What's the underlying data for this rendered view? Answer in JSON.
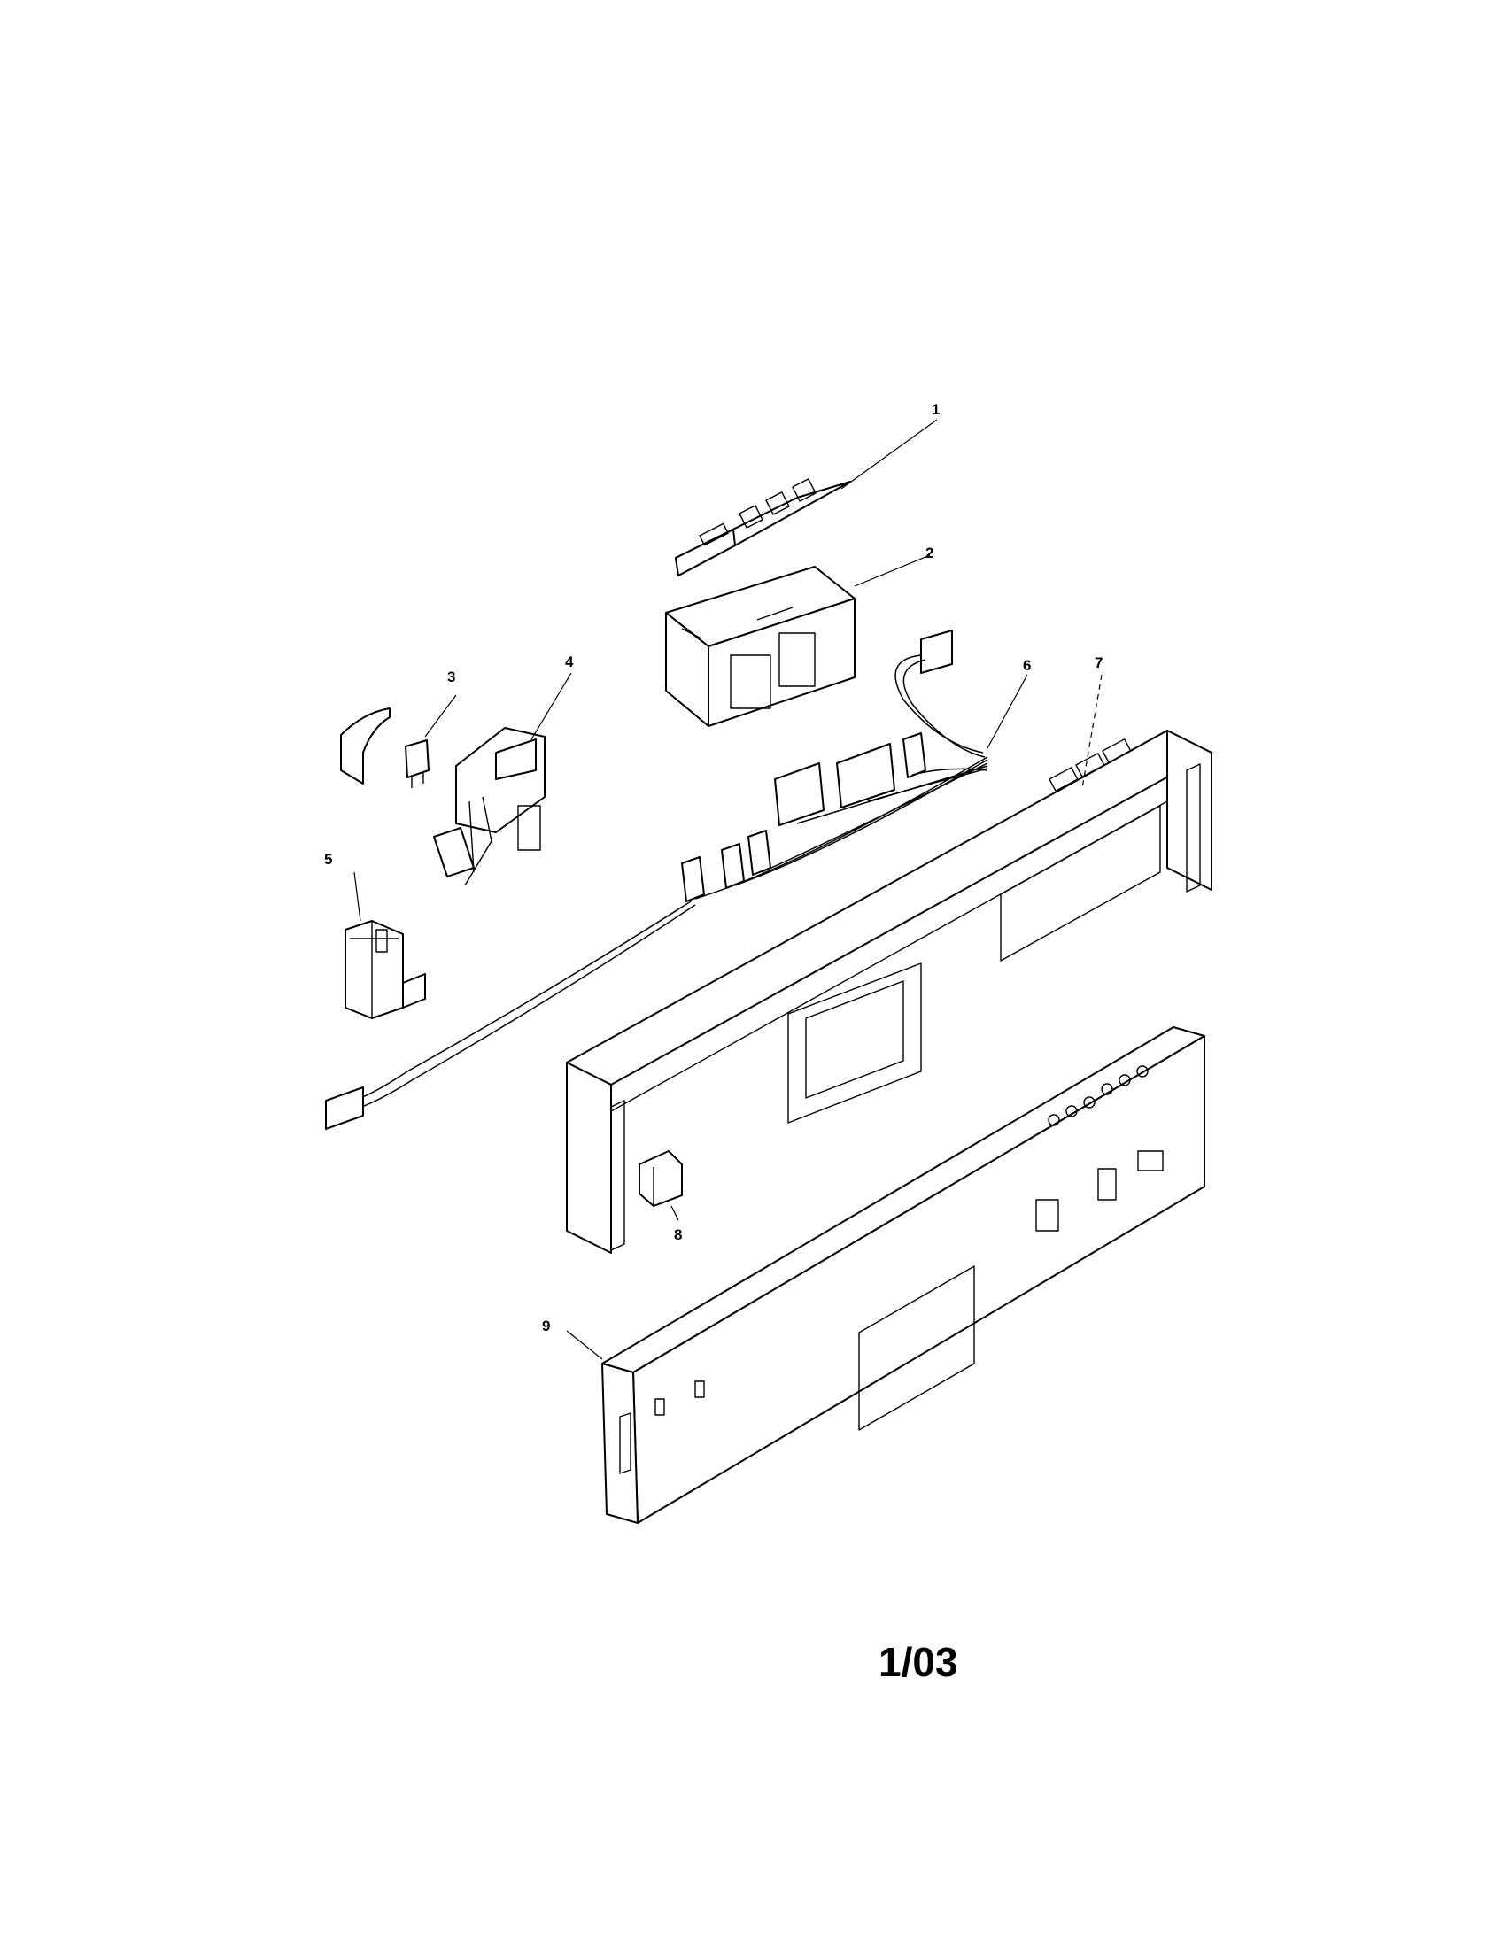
{
  "callouts": [
    {
      "id": "1",
      "label": "1"
    },
    {
      "id": "2",
      "label": "2"
    },
    {
      "id": "3",
      "label": "3"
    },
    {
      "id": "4",
      "label": "4"
    },
    {
      "id": "5",
      "label": "5"
    },
    {
      "id": "6",
      "label": "6"
    },
    {
      "id": "7",
      "label": "7"
    },
    {
      "id": "8",
      "label": "8"
    },
    {
      "id": "9",
      "label": "9"
    }
  ],
  "page_code": "1/03",
  "colors": {
    "ink": "#000000",
    "paper": "#ffffff"
  }
}
